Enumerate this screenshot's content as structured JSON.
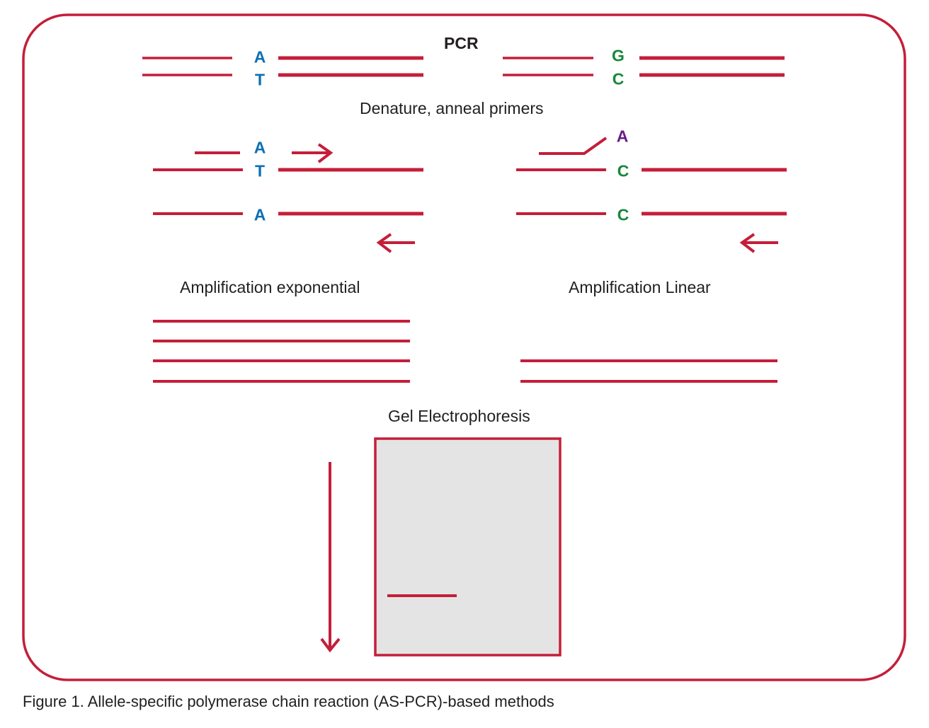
{
  "figure": {
    "title": "PCR",
    "step_denature": "Denature, anneal primers",
    "label_exponential": "Amplification exponential",
    "label_linear": "Amplification Linear",
    "label_gel": "Gel Electrophoresis",
    "caption": "Figure 1. Allele-specific polymerase chain reaction (AS-PCR)-based methods"
  },
  "colors": {
    "strand": "#c41e3a",
    "allele_a_t": "#0b6fb4",
    "allele_g_c": "#17873a",
    "mismatch": "#6a1b8a",
    "gel_fill": "#e4e4e4",
    "text": "#231f20"
  },
  "template_left": {
    "top_base": "A",
    "bottom_base": "T"
  },
  "template_right": {
    "top_base": "G",
    "bottom_base": "C"
  },
  "anneal_left": {
    "primer_base": "A",
    "template_base_1": "T",
    "template_base_2": "A",
    "primer_match": true
  },
  "anneal_right": {
    "primer_base": "A",
    "template_base_1": "C",
    "template_base_2": "C",
    "primer_match": false
  },
  "products": {
    "exponential_count": 4,
    "linear_count": 2
  },
  "gel": {
    "bands": 1,
    "direction_icon": "down-arrow-icon"
  }
}
